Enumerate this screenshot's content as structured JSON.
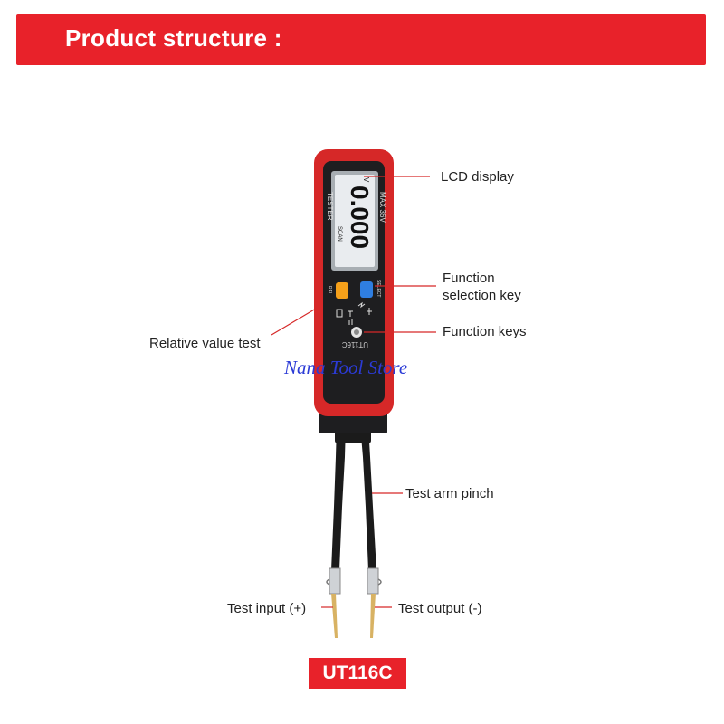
{
  "header": {
    "title": "Product structure :"
  },
  "device": {
    "lcd_reading": "0.000",
    "lcd_unit": "V",
    "lcd_scan": "SCAN",
    "lcd_side": "MAX 36V",
    "body_label": "TESTER",
    "rel_label": "REL",
    "select_label": "SELECT",
    "model_print": "UT116C"
  },
  "callouts": {
    "lcd": "LCD display",
    "function_select_line1": "Function",
    "function_select_line2": "selection key",
    "function_keys": "Function keys",
    "relative": "Relative value test",
    "arm": "Test arm pinch",
    "input": "Test input (+)",
    "output": "Test output (-)"
  },
  "watermark": "Nana Tool Store",
  "model": "UT116C",
  "colors": {
    "banner": "#e8222a",
    "body_red": "#d62828",
    "body_dark": "#1e1e20",
    "lcd_bg": "#e9ecef",
    "rel_key": "#f5a01a",
    "select_key": "#2f7ee0",
    "watermark": "#2b3bd6"
  }
}
